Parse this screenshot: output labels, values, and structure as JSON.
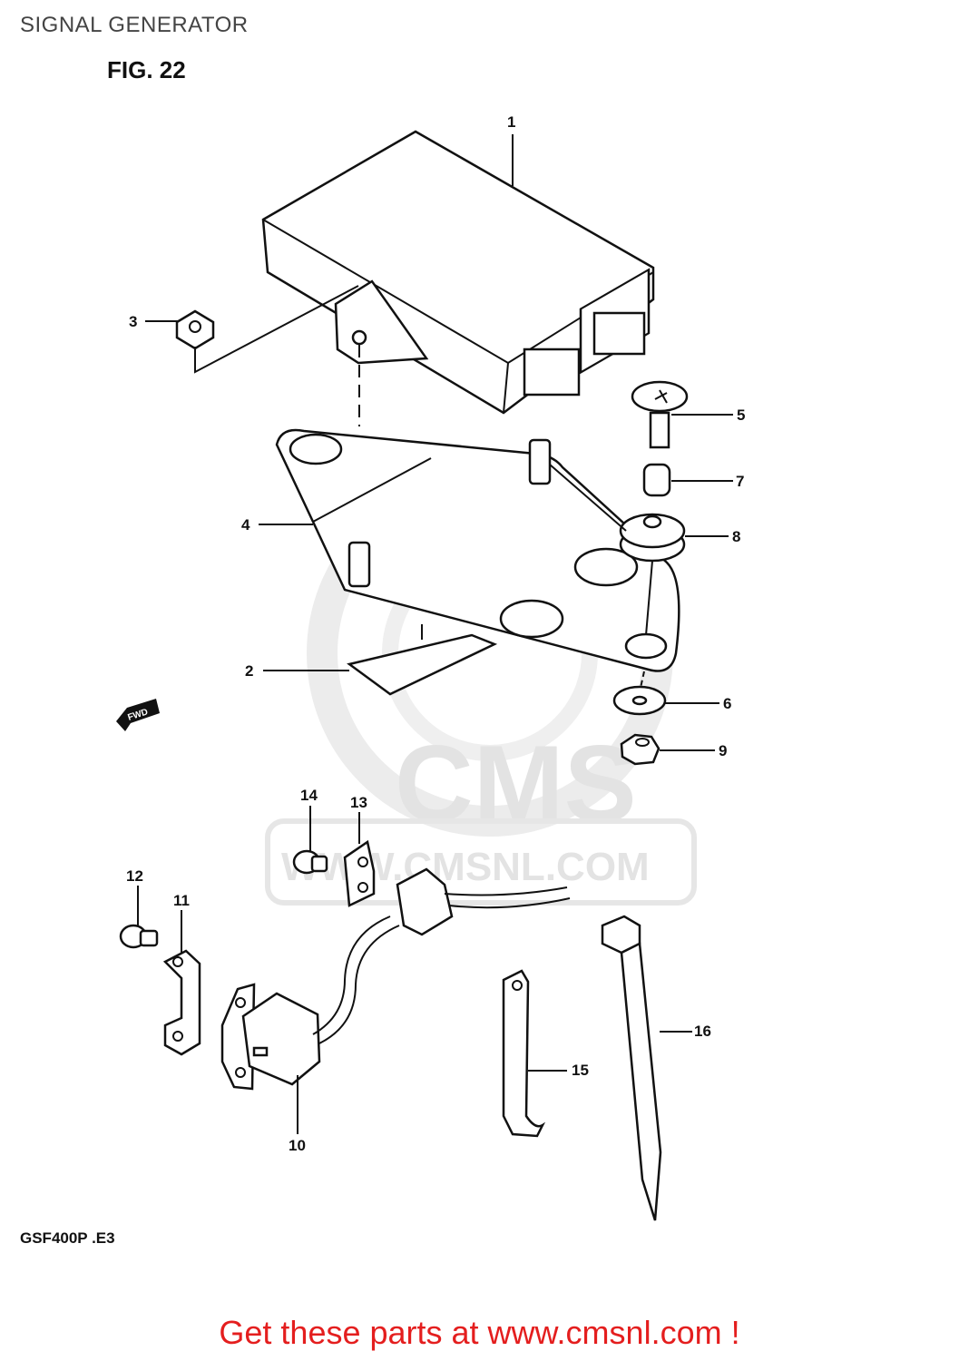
{
  "page": {
    "title": "SIGNAL GENERATOR"
  },
  "diagram": {
    "figure_label": "FIG. 22",
    "model_code": "GSF400P .E3",
    "fwd_label": "FWD",
    "watermark": {
      "logo": "CMS",
      "url": "WWW.CMSNL.COM"
    },
    "callouts": [
      "1",
      "2",
      "3",
      "4",
      "5",
      "6",
      "7",
      "8",
      "9",
      "10",
      "11",
      "12",
      "13",
      "14",
      "15",
      "16"
    ]
  },
  "footer": {
    "cta": "Get these parts at www.cmsnl.com !",
    "accent": "#e41e1e"
  }
}
